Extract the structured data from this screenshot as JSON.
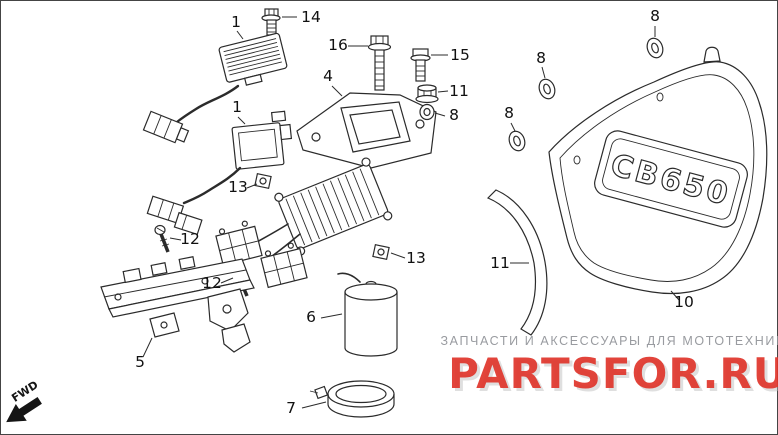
{
  "page": {
    "background": "#ffffff",
    "line_color": "#2b2b2b"
  },
  "diagram": {
    "cover_logo": "CB650",
    "fwd_label": "FWD",
    "callouts": [
      {
        "label": "1"
      },
      {
        "label": "14"
      },
      {
        "label": "16"
      },
      {
        "label": "4"
      },
      {
        "label": "15"
      },
      {
        "label": "11"
      },
      {
        "label": "8"
      },
      {
        "label": "1"
      },
      {
        "label": "13"
      },
      {
        "label": "12"
      },
      {
        "label": "12"
      },
      {
        "label": "13"
      },
      {
        "label": "5"
      },
      {
        "label": "6"
      },
      {
        "label": "7"
      },
      {
        "label": "8"
      },
      {
        "label": "8"
      },
      {
        "label": "8"
      },
      {
        "label": "11"
      },
      {
        "label": "10"
      }
    ]
  },
  "watermark": {
    "line1": "ЗАПЧАСТИ И АКСЕССУАРЫ ДЛЯ МОТОТЕХНИКИ",
    "line2": "PARTSFOR.RU",
    "line1_color": "#8e9196",
    "line2_color": "#e0352b",
    "shadow_color": "#b9b9b9"
  }
}
